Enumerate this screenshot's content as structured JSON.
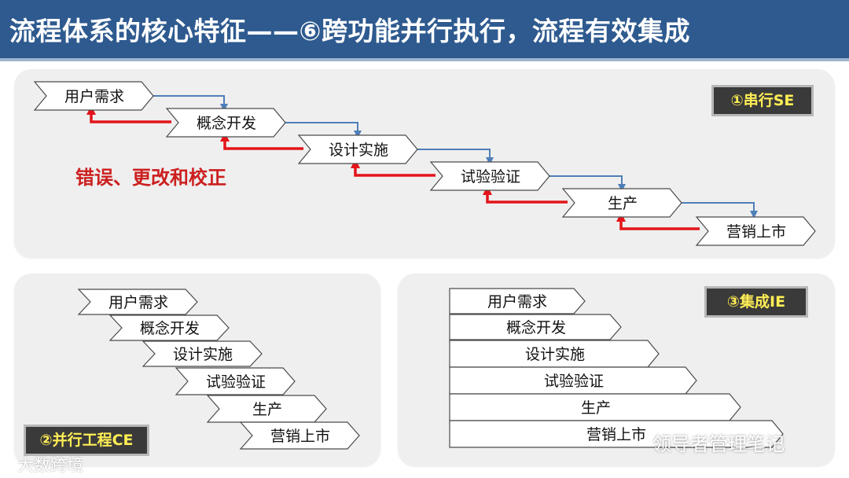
{
  "header": {
    "title": "流程体系的核心特征——⑥跨功能并行执行，流程有效集成"
  },
  "steps": [
    "用户需求",
    "概念开发",
    "设计实施",
    "试验验证",
    "生产",
    "营销上市"
  ],
  "modes": {
    "serial": "①串行SE",
    "concurrent": "②并行工程CE",
    "integrated": "③集成IE"
  },
  "error_label": "错误、更改和校正",
  "watermarks": {
    "left": "大数跨境",
    "right": "领导者管理笔记"
  },
  "colors": {
    "header": "#2e5a8f",
    "flow": "#4f7fb8",
    "feedback": "#e3151a",
    "badge_text": "#ffee55"
  }
}
